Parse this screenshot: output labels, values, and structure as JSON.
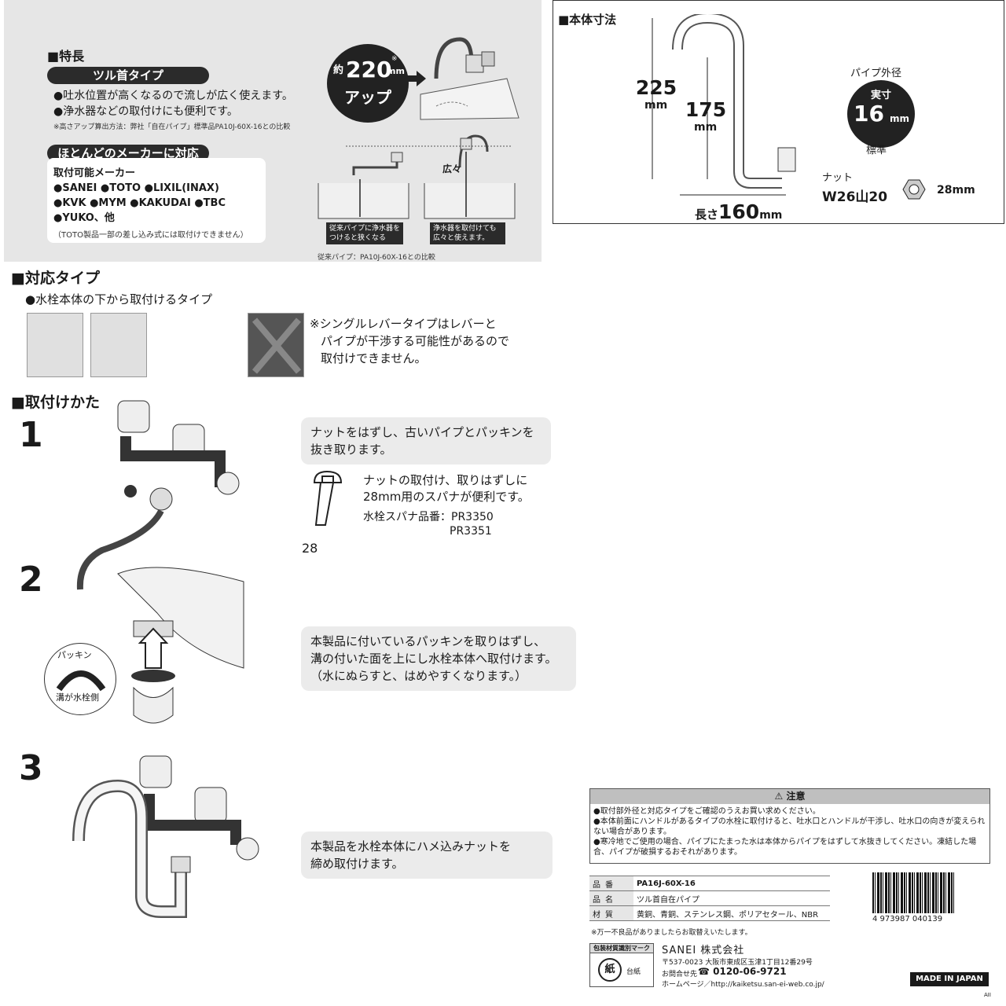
{
  "features": {
    "heading": "■特長",
    "type_pill": "ツル首タイプ",
    "bullets": [
      "●吐水位置が高くなるので流しが広く使えます。",
      "●浄水器などの取付けにも便利です。"
    ],
    "note": "※高さアップ算出方法：弊社「自在パイプ」標準品PA10J-60X-16との比較",
    "up_badge": {
      "prefix": "約",
      "value": "220",
      "unit": "mm",
      "mark": "※",
      "label": "アップ"
    },
    "maker_pill": "ほとんどのメーカーに対応",
    "maker_title": "取付可能メーカー",
    "maker_lines": [
      "●SANEI ●TOTO ●LIXIL(INAX)",
      "●KVK ●MYM ●KAKUDAI ●TBC",
      "●YUKO、他"
    ],
    "maker_note": "（TOTO製品一部の差し込み式には取付けできません）",
    "compare_label_wide": "広々",
    "compare_old": "従来パイプに浄水器をつけると狭くなる",
    "compare_new": "浄水器を取付けても広々と使えます。",
    "compare_note": "従来パイプ：PA10J-60X-16との比較"
  },
  "dimensions": {
    "heading": "■本体寸法",
    "height_total": "225",
    "height_inner": "175",
    "unit": "mm",
    "length_label": "長さ",
    "length": "160",
    "pipe_od_label": "パイプ外径",
    "actual_label": "実寸",
    "pipe_od": "16",
    "standard_label": "標準",
    "nut_label": "ナット",
    "nut_thread": "W26山20",
    "nut_size": "28mm"
  },
  "compat": {
    "heading": "■対応タイプ",
    "bullet": "●水栓本体の下から取付けるタイプ",
    "warning": [
      "※シングルレバータイプはレバーと",
      "パイプが干渉する可能性があるので",
      "取付けできません。"
    ]
  },
  "install": {
    "heading": "■取付けかた",
    "steps": [
      {
        "num": "1",
        "text": [
          "ナットをはずし、古いパイプとパッキンを",
          "抜き取ります。"
        ]
      },
      {
        "num": "2",
        "text": [
          "本製品に付いているパッキンを取りはずし、",
          "溝の付いた面を上にし水栓本体へ取付けます。",
          "（水にぬらすと、はめやすくなります。）"
        ]
      },
      {
        "num": "3",
        "text": [
          "本製品を水栓本体にハメ込みナットを",
          "締め取付けます。"
        ]
      }
    ],
    "wrench_text": [
      "ナットの取付け、取りはずしに",
      "28mm用のスパナが便利です。"
    ],
    "wrench_part": [
      "水栓スパナ品番：PR3350",
      "PR3351"
    ],
    "wrench_size": "28",
    "packing_label": "パッキン",
    "packing_note": "溝が水栓側"
  },
  "caution": {
    "title": "⚠ 注意",
    "items": [
      "●取付部外径と対応タイプをご確認のうえお買い求めください。",
      "●本体前面にハンドルがあるタイプの水栓に取付けると、吐水口とハンドルが干渉し、吐水口の向きが変えられない場合があります。",
      "●寒冷地でご使用の場合、パイプにたまった水は本体からパイプをはずして水抜きしてください。凍結した場合、パイプが破損するおそれがあります。"
    ]
  },
  "spec": {
    "rows": [
      {
        "label": "品番",
        "value": "PA16J-60X-16"
      },
      {
        "label": "品名",
        "value": "ツル首自在パイプ"
      },
      {
        "label": "材質",
        "value": "黄銅、青銅、ステンレス鋼、ポリアセタール、NBR"
      }
    ],
    "footnote": "※万一不良品がありましたらお取替えいたします。",
    "barcode": "4 973987 040139"
  },
  "company": {
    "recycle_title": "包装材質識別マーク",
    "recycle_mark": "紙",
    "recycle_label": "台紙",
    "name": "SANEI 株式会社",
    "address": "〒537-0023 大阪市東成区玉津1丁目12番29号",
    "contact_label": "お問合せ先",
    "phone": "☎ 0120-06-9721",
    "web": "ホームページ／http://kaiketsu.san-ei-web.co.jp/",
    "made_in": "MADE IN JAPAN",
    "code": "AII"
  }
}
